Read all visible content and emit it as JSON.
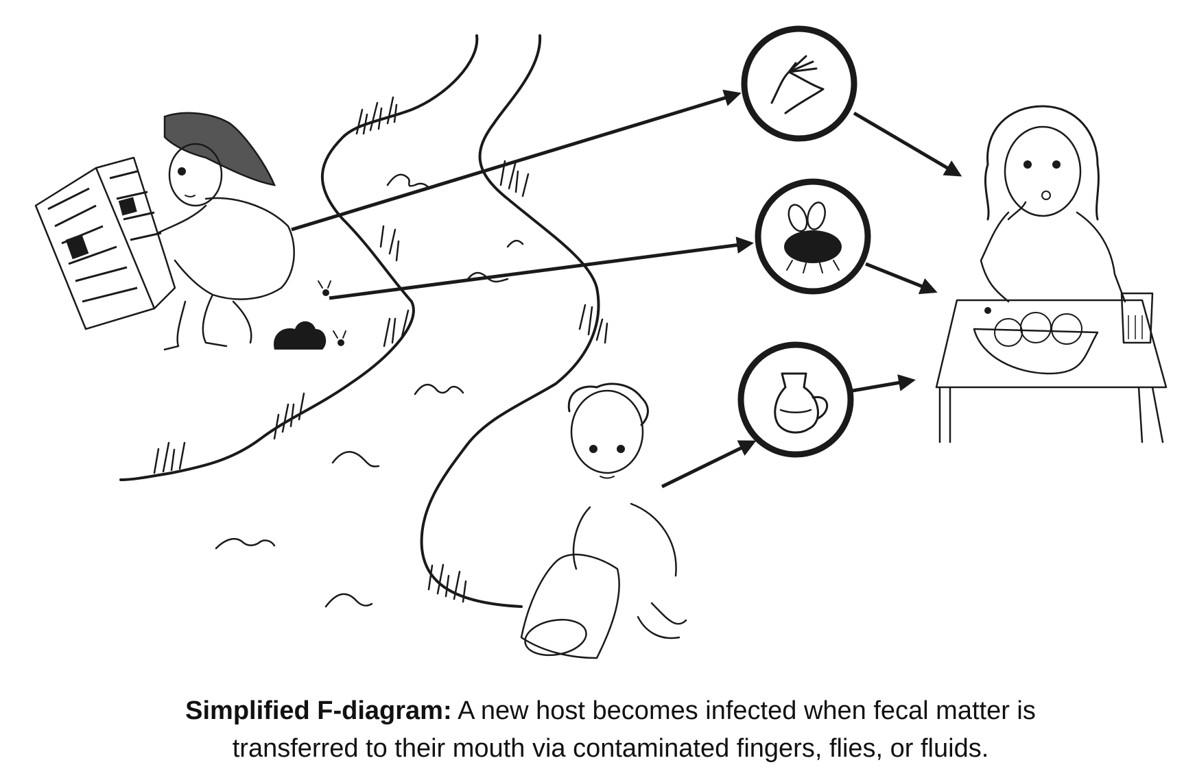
{
  "caption": {
    "bold_label": "Simplified F-diagram:",
    "line1_rest": " A new host becomes infected when fecal matter is",
    "line2": "transferred to their mouth via contaminated fingers, flies, or fluids."
  },
  "pathways": [
    {
      "icon": "hand-icon"
    },
    {
      "icon": "fly-icon"
    },
    {
      "icon": "jug-icon"
    }
  ],
  "colors": {
    "ink": "#1a1a1a",
    "background": "#ffffff"
  }
}
